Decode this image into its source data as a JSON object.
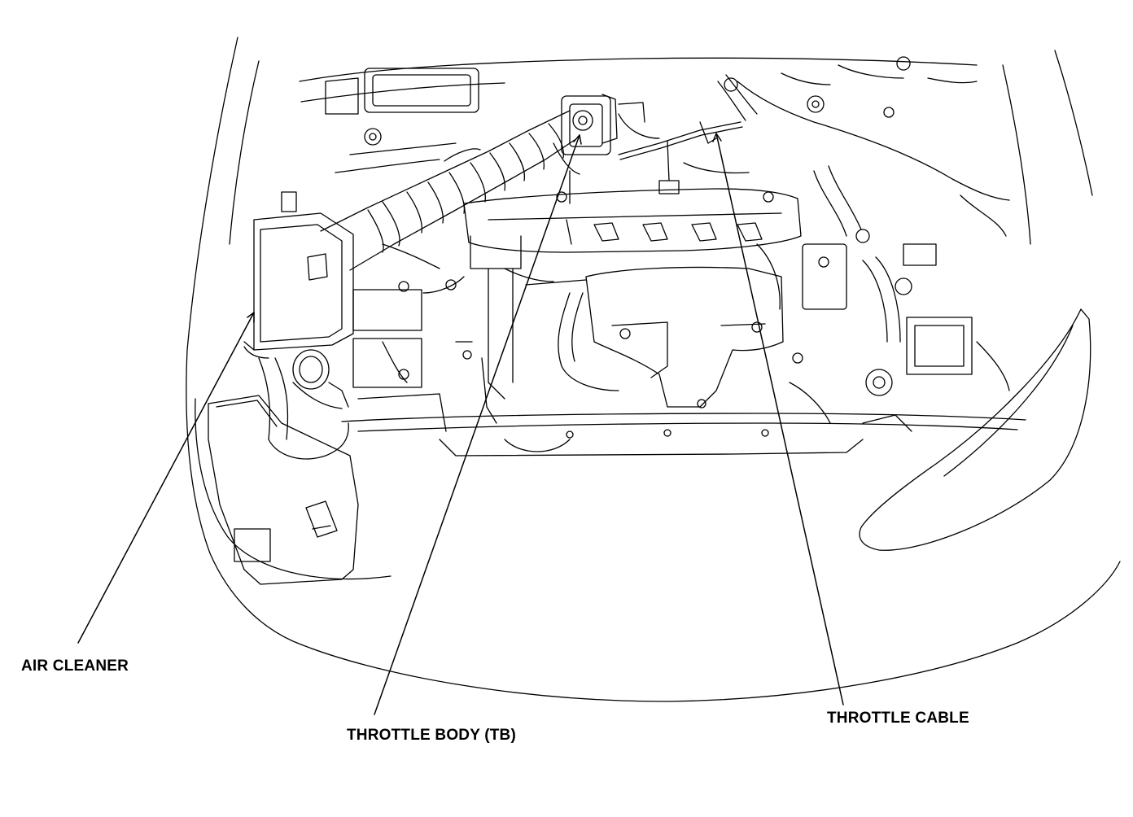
{
  "callouts": {
    "air_cleaner": "AIR CLEANER",
    "throttle_body": "THROTTLE BODY (TB)",
    "throttle_cable": "THROTTLE CABLE"
  },
  "colors": {
    "line": "#000000",
    "background": "#ffffff"
  }
}
